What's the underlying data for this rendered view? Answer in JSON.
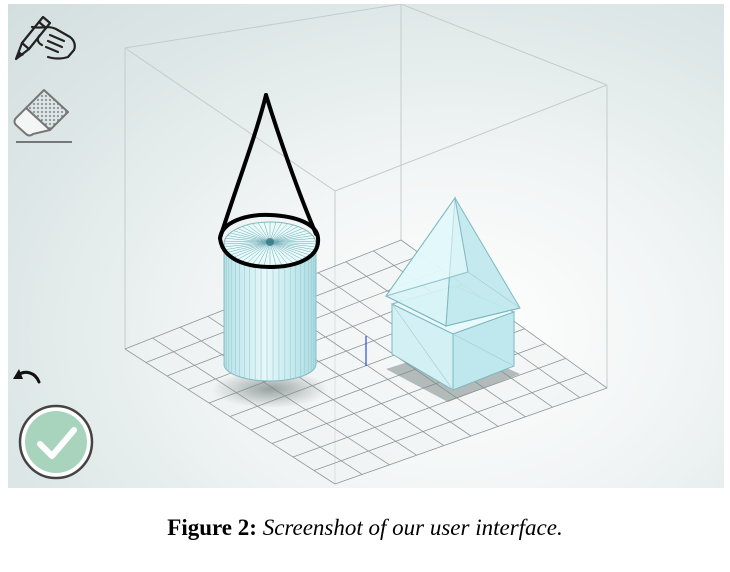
{
  "toolbar": {
    "tools": [
      {
        "icon": "pen-hand-icon",
        "role": "sketch tool"
      },
      {
        "icon": "eraser-icon",
        "role": "erase tool"
      }
    ],
    "undo_icon": "undo-arrow-icon",
    "confirm_icon": "checkmark-icon"
  },
  "scene": {
    "objects": [
      "sketched cone stroke",
      "cylinder",
      "square pyramid",
      "cube"
    ],
    "grid_divisions": 10
  },
  "caption": {
    "label": "Figure 2:",
    "text": "Screenshot of our user interface."
  },
  "colors": {
    "accent_green": "#a8d3bd",
    "solid_fill": "#cdeef1",
    "solid_stroke": "#7fb8c0",
    "sketch_stroke": "#000000",
    "bounding_box": "#c4cccc",
    "grid_line": "#8f9797",
    "axis_marker": "#2a4fd8"
  }
}
